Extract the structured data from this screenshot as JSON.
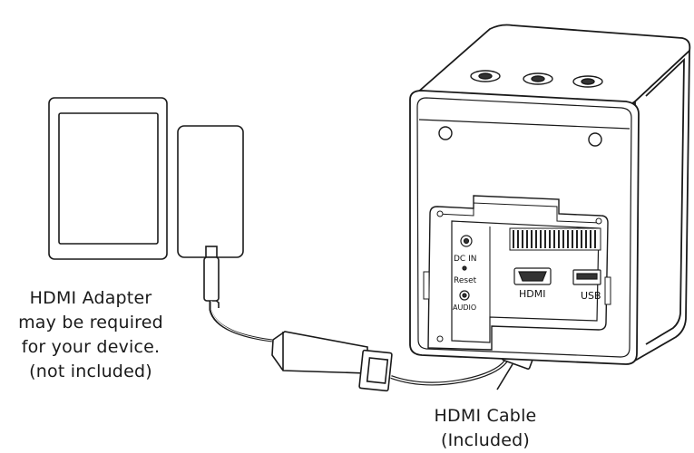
{
  "adapter_note": {
    "line1": "HDMI Adapter",
    "line2": "may be required",
    "line3": "for your device.",
    "line4": "(not included)"
  },
  "cable_note": {
    "line1": "HDMI Cable",
    "line2": "(Included)"
  },
  "ports": {
    "dc_in": "DC IN",
    "reset": "Reset",
    "audio": "AUDIO",
    "hdmi": "HDMI",
    "usb": "USB"
  },
  "colors": {
    "line": "#1a1a1a",
    "fill": "#ffffff",
    "device_top": "#f2f2f2",
    "vent": "#222222"
  }
}
